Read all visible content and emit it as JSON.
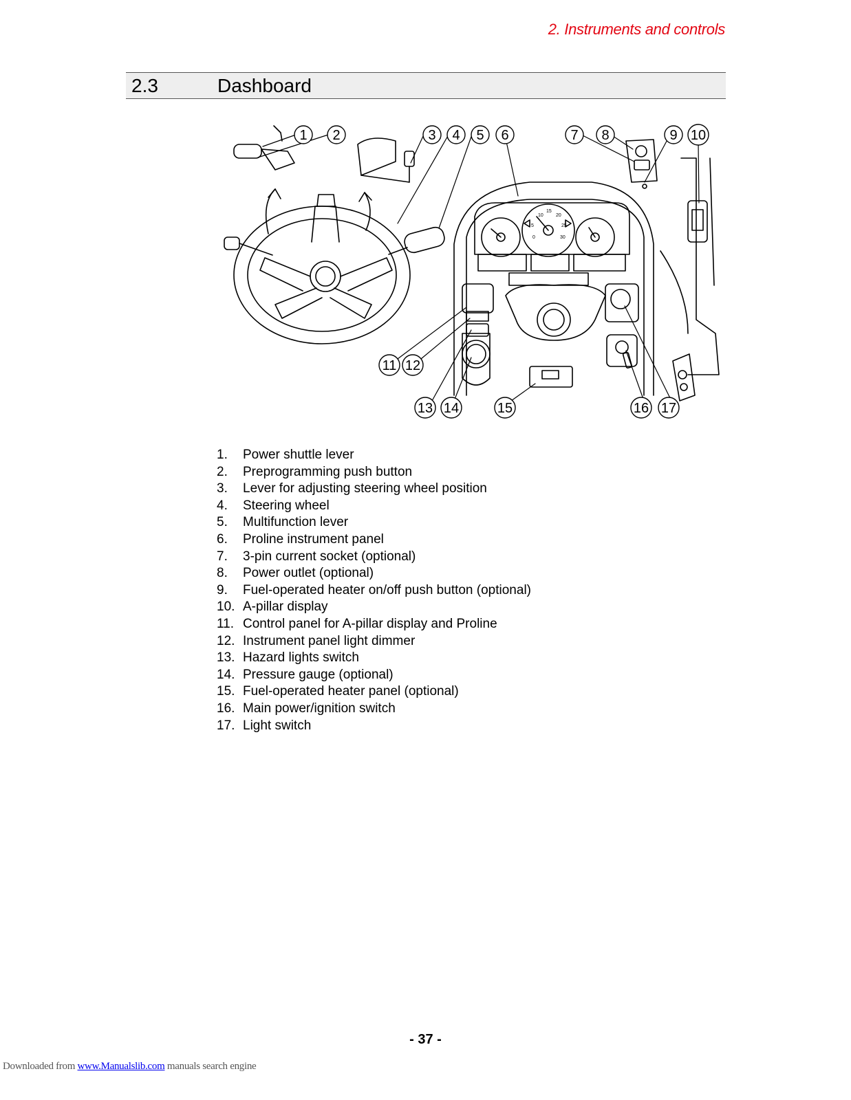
{
  "header": {
    "chapter": "2. Instruments and controls"
  },
  "section": {
    "number": "2.3",
    "title": "Dashboard"
  },
  "figure": {
    "callouts": [
      "1",
      "2",
      "3",
      "4",
      "5",
      "6",
      "7",
      "8",
      "9",
      "10",
      "11",
      "12",
      "13",
      "14",
      "15",
      "16",
      "17"
    ],
    "gauge_ticks": [
      "10",
      "15",
      "20",
      "5",
      "25",
      "0",
      "30"
    ]
  },
  "legend": [
    {
      "num": "1.",
      "text": "Power shuttle lever"
    },
    {
      "num": "2.",
      "text": "Preprogramming push button"
    },
    {
      "num": "3.",
      "text": "Lever for adjusting steering wheel position"
    },
    {
      "num": "4.",
      "text": "Steering wheel"
    },
    {
      "num": "5.",
      "text": "Multifunction lever"
    },
    {
      "num": "6.",
      "text": "Proline instrument panel"
    },
    {
      "num": "7.",
      "text": "3-pin current socket (optional)"
    },
    {
      "num": "8.",
      "text": "Power outlet (optional)"
    },
    {
      "num": "9.",
      "text": "Fuel-operated heater on/off push button (optional)"
    },
    {
      "num": "10.",
      "text": "A-pillar display"
    },
    {
      "num": "11.",
      "text": "Control panel for A-pillar display and Proline"
    },
    {
      "num": "12.",
      "text": "Instrument panel light dimmer"
    },
    {
      "num": "13.",
      "text": "Hazard lights switch"
    },
    {
      "num": "14.",
      "text": "Pressure gauge (optional)"
    },
    {
      "num": "15.",
      "text": "Fuel-operated heater panel (optional)"
    },
    {
      "num": "16.",
      "text": "Main power/ignition switch"
    },
    {
      "num": "17.",
      "text": "Light switch"
    }
  ],
  "page": {
    "number": "- 37 -"
  },
  "footer": {
    "prefix": "Downloaded from ",
    "link": "www.Manualslib.com",
    "suffix": " manuals search engine"
  }
}
